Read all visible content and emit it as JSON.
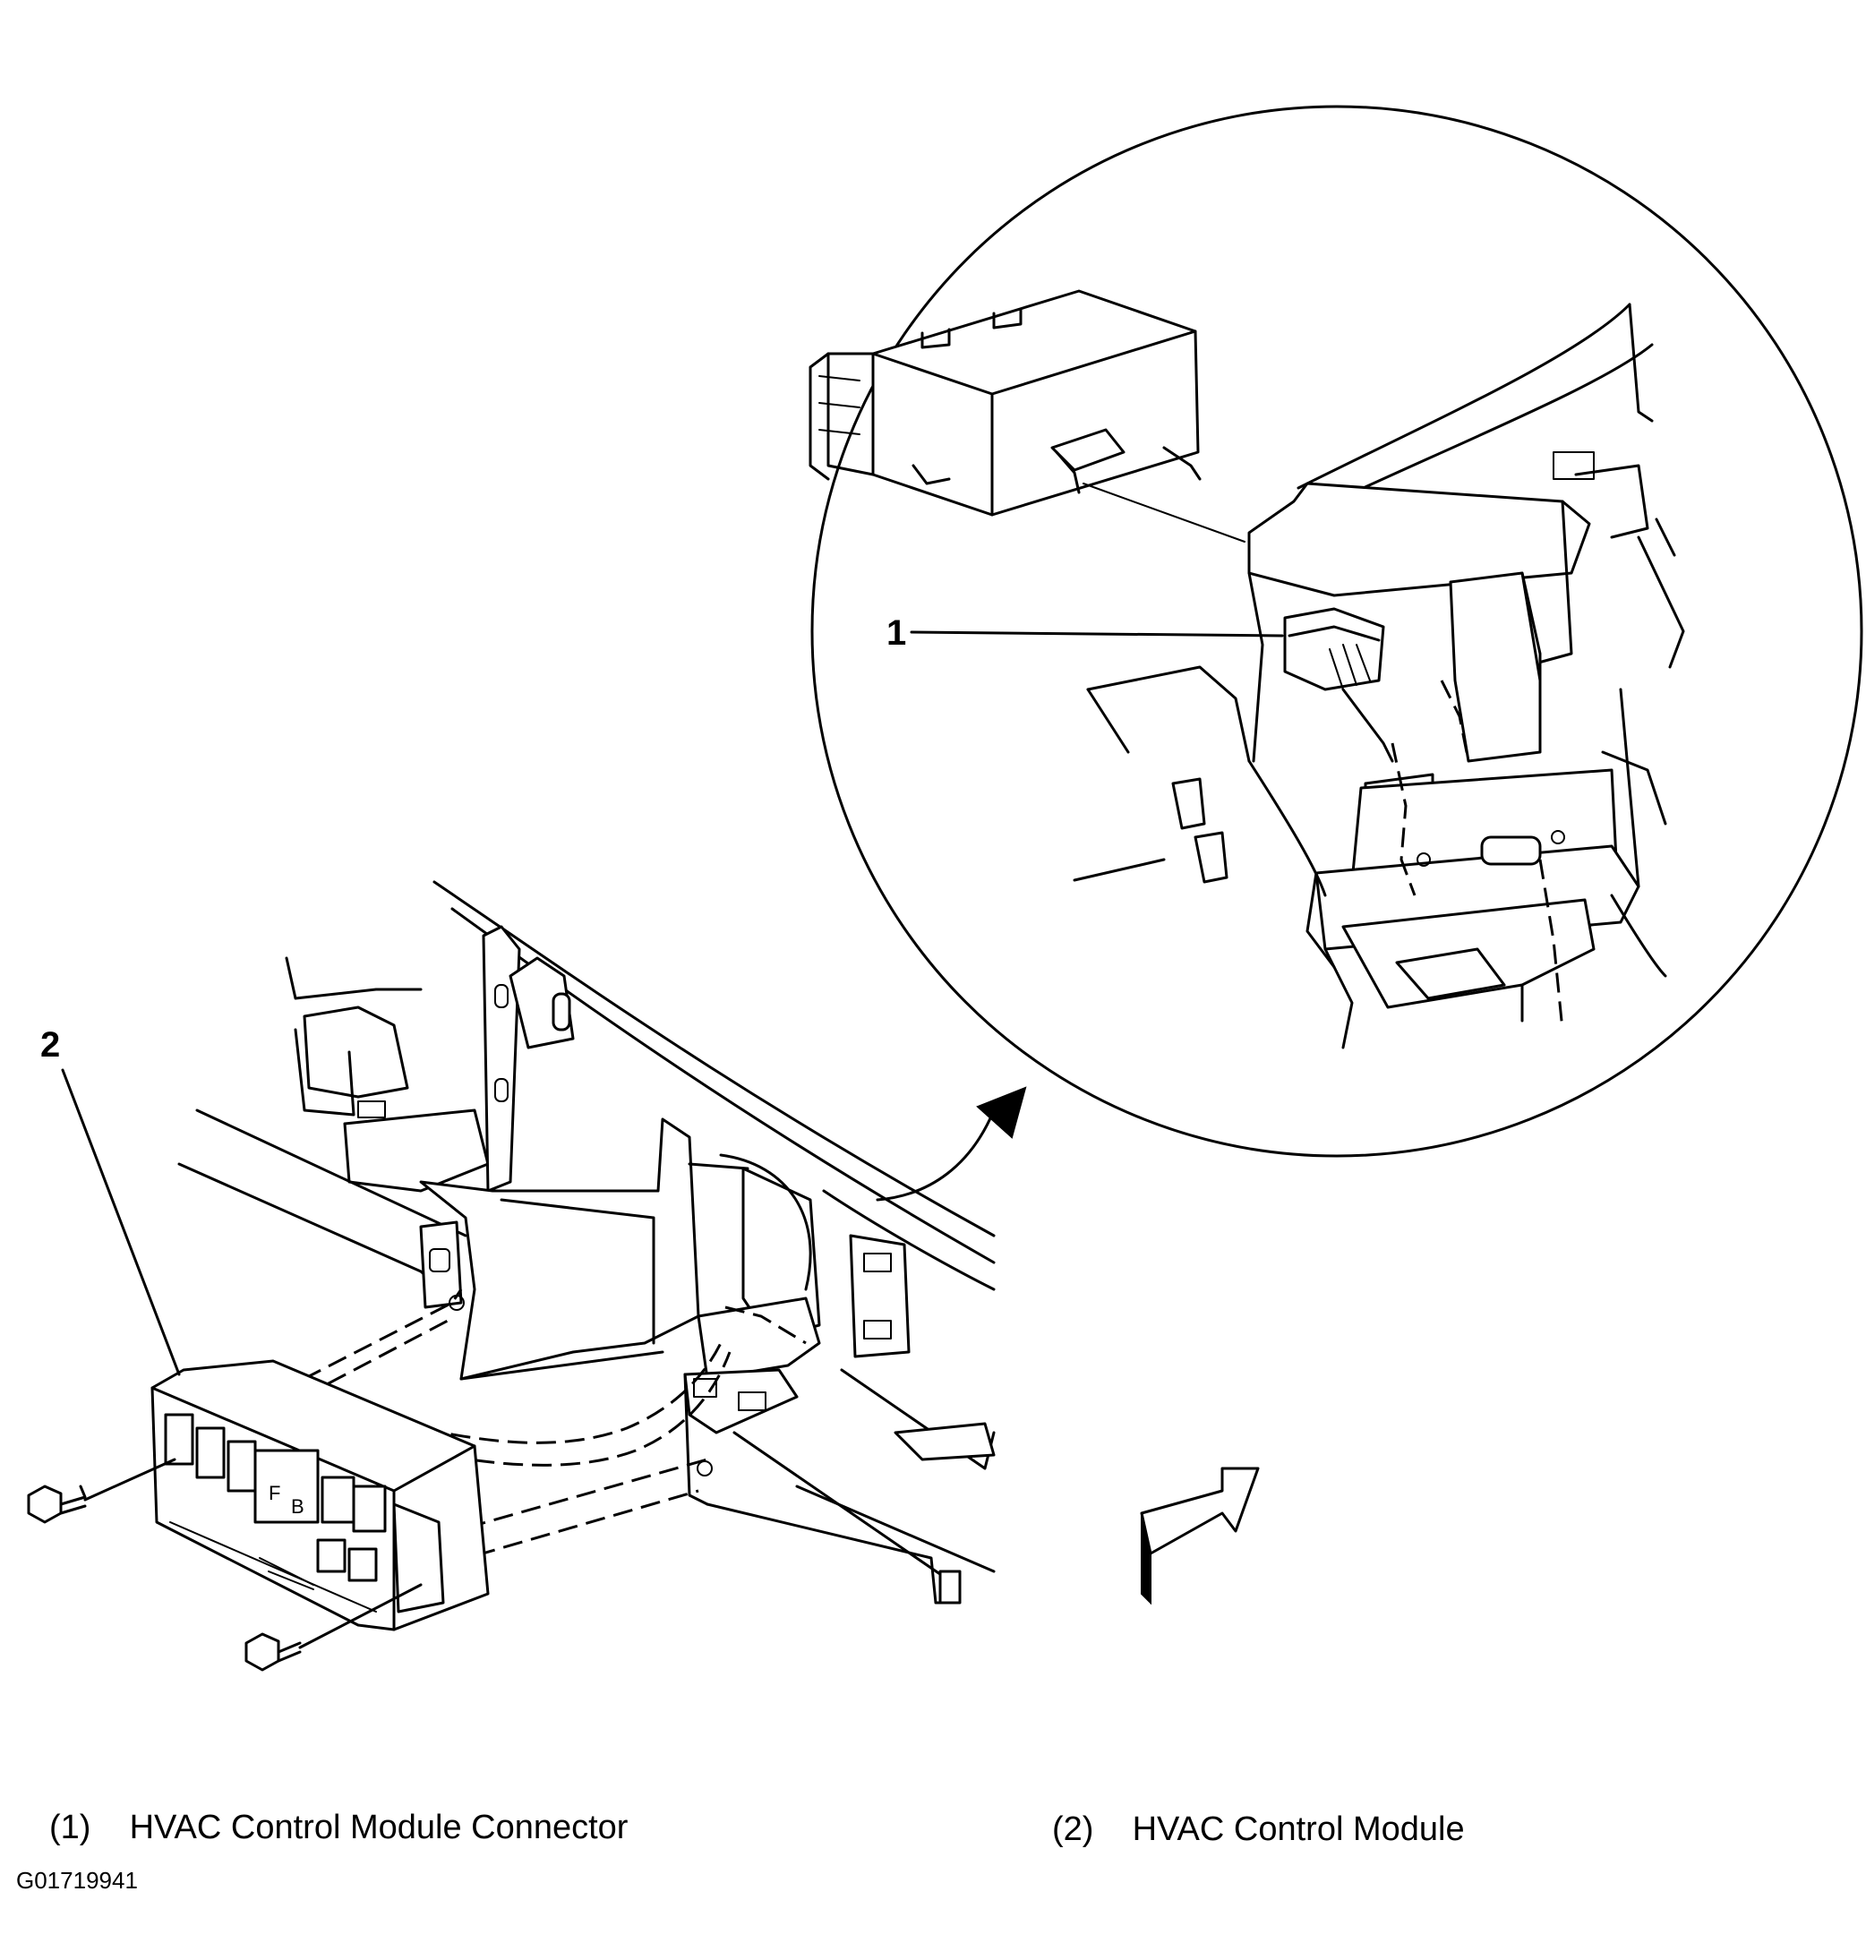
{
  "callouts": [
    {
      "number": "1",
      "label": "HVAC Control Module Connector"
    },
    {
      "number": "2",
      "label": "HVAC Control Module"
    }
  ],
  "legend": [
    {
      "number_text": "(1)",
      "text": "HVAC Control Module Connector"
    },
    {
      "number_text": "(2)",
      "text": "HVAC Control Module"
    }
  ],
  "figure_id": "G01719941",
  "icons": [
    "view-direction-arrow-icon",
    "detail-callout-arrow-icon",
    "bolt-icon"
  ]
}
